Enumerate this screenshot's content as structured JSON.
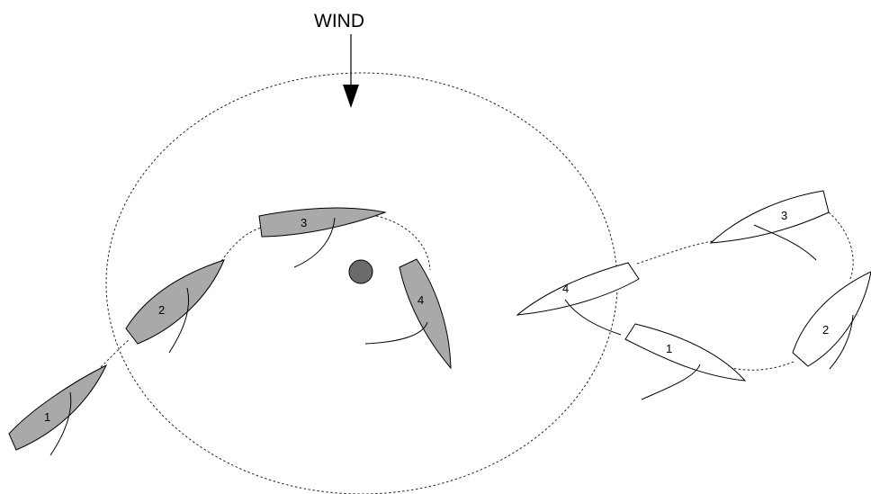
{
  "wind": {
    "label": "WIND"
  },
  "colors": {
    "before_hull": "#a9a9a9",
    "after_hull": "#ffffff",
    "mark": "#6b6b6b",
    "outline": "#000000"
  },
  "boats_before": [
    {
      "number": "1"
    },
    {
      "number": "2"
    },
    {
      "number": "3"
    },
    {
      "number": "4"
    }
  ],
  "boats_after": [
    {
      "number": "1"
    },
    {
      "number": "2"
    },
    {
      "number": "3"
    },
    {
      "number": "4"
    }
  ]
}
